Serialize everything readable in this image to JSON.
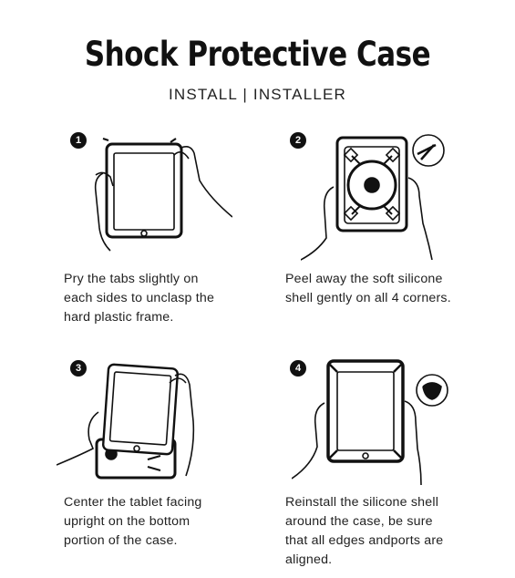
{
  "header": {
    "title": "Shock Protective Case",
    "subtitle": "INSTALL  |  INSTALLER"
  },
  "steps": [
    {
      "number": "1",
      "lines": [
        "Pry the tabs slightly on",
        "each sides to unclasp the",
        "hard plastic frame."
      ]
    },
    {
      "number": "2",
      "lines": [
        "Peel away the soft silicone",
        "shell gently on all 4 corners."
      ]
    },
    {
      "number": "3",
      "lines": [
        "Center the tablet facing",
        "upright on the bottom",
        "portion of the case."
      ]
    },
    {
      "number": "4",
      "lines": [
        "Reinstall the silicone shell",
        "around the case, be sure",
        "that all edges andports are",
        "aligned."
      ]
    }
  ]
}
